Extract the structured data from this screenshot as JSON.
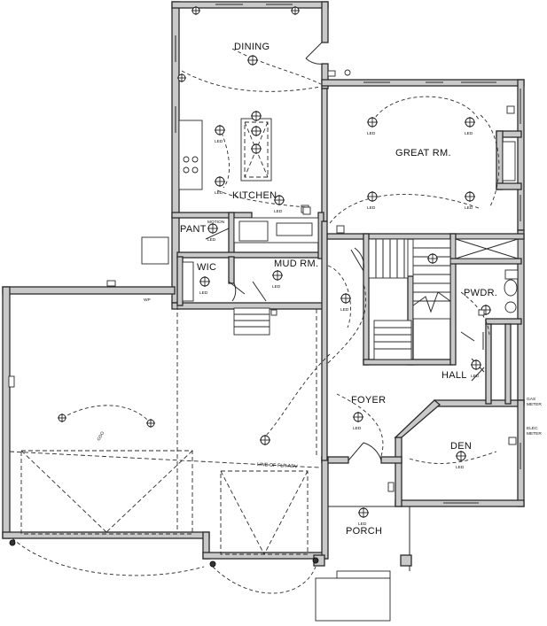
{
  "rooms": {
    "dining": "DINING",
    "great_room": "GREAT RM.",
    "kitchen": "KITCHEN",
    "pantry": "PANT",
    "wic": "WIC",
    "mud_room": "MUD RM.",
    "powder": "PWDR.",
    "foyer": "FOYER",
    "hall": "HALL",
    "den": "DEN",
    "porch": "PORCH"
  },
  "annotations": {
    "led": "LED",
    "motion": "MOTION",
    "line_of_flr_abv": "LINE OF FLR ABV",
    "gas_meter_1": "GAS",
    "gas_meter_2": "METER",
    "elec_meter_1": "ELEC",
    "elec_meter_2": "METER",
    "gdo": "GDO",
    "wp": "WP"
  }
}
